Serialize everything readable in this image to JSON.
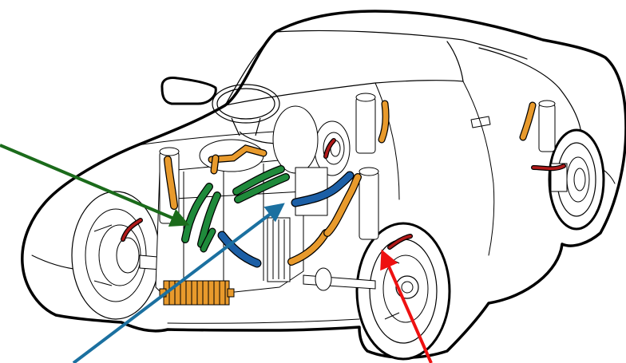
{
  "image": {
    "subject": "car-cutaway-hoses-diagram",
    "background": "#ffffff",
    "outline_color": "#000000"
  },
  "hose_colors": {
    "green": "#1f8a3b",
    "blue": "#1c5fa6",
    "orange": "#e89a2c",
    "red": "#b01a1a"
  },
  "callout_arrows": [
    {
      "name": "green-arrow",
      "color": "#1b6b1b"
    },
    {
      "name": "blue-arrow",
      "color": "#1b70a0"
    },
    {
      "name": "red-arrow",
      "color": "#ee1111"
    }
  ]
}
